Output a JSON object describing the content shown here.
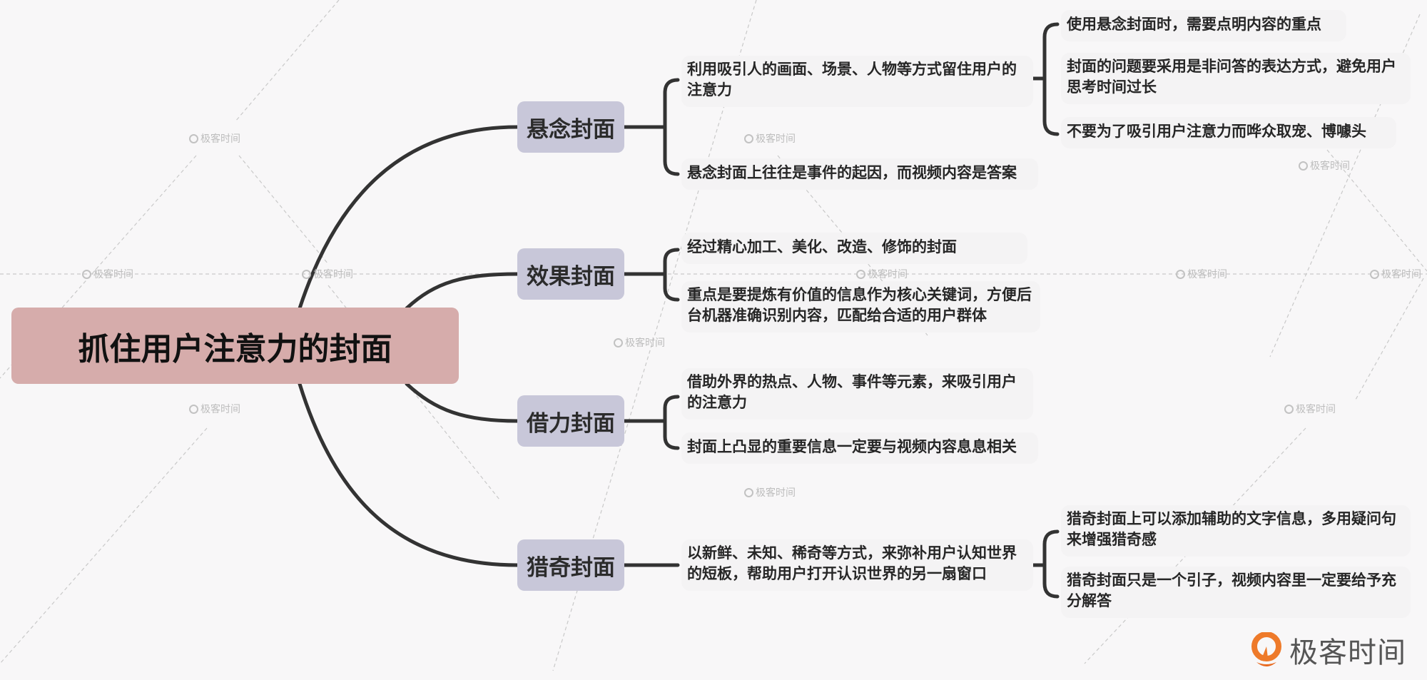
{
  "mindmap": {
    "root": "抓住用户注意力的封面",
    "branches": [
      {
        "label": "悬念封面",
        "children": [
          {
            "text": "利用吸引人的画面、场景、人物等方式留住用户的注意力",
            "children": [
              "使用悬念封面时，需要点明内容的重点",
              "封面的问题要采用是非问答的表达方式，避免用户思考时间过长",
              "不要为了吸引用户注意力而哗众取宠、博噱头"
            ]
          },
          {
            "text": "悬念封面上往往是事件的起因，而视频内容是答案"
          }
        ]
      },
      {
        "label": "效果封面",
        "children": [
          {
            "text": "经过精心加工、美化、改造、修饰的封面"
          },
          {
            "text": "重点是要提炼有价值的信息作为核心关键词，方便后台机器准确识别内容，匹配给合适的用户群体"
          }
        ]
      },
      {
        "label": "借力封面",
        "children": [
          {
            "text": "借助外界的热点、人物、事件等元素，来吸引用户的注意力"
          },
          {
            "text": "封面上凸显的重要信息一定要与视频内容息息相关"
          }
        ]
      },
      {
        "label": "猎奇封面",
        "children": [
          {
            "text": "以新鲜、未知、稀奇等方式，来弥补用户认知世界的短板，帮助用户打开认识世界的另一扇窗口",
            "children": [
              "猎奇封面上可以添加辅助的文字信息，多用疑问句来增强猎奇感",
              "猎奇封面只是一个引子，视频内容里一定要给予充分解答"
            ]
          }
        ]
      }
    ]
  },
  "watermark": "极客时间",
  "logo": {
    "text": "极客时间",
    "icon": "geektime-logo-icon"
  },
  "colors": {
    "root_fill": "#d6acab",
    "topic_fill": "#c8c7d9",
    "line": "#333333",
    "logo_orange": "#ee7a2a"
  }
}
